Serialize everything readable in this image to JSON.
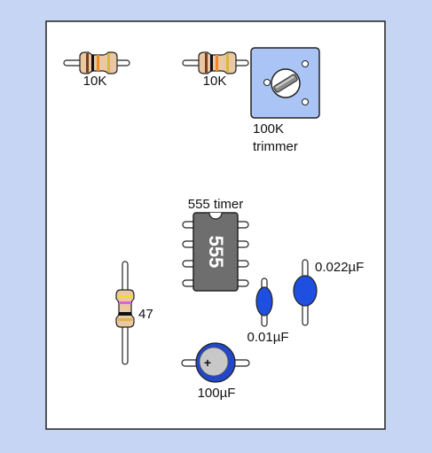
{
  "components": {
    "resistor_1": {
      "label": "10K"
    },
    "resistor_2": {
      "label": "10K"
    },
    "trimmer": {
      "label_line1": "100K",
      "label_line2": "trimmer"
    },
    "timer": {
      "label": "555 timer",
      "chip_text": "555"
    },
    "resistor_47": {
      "label": "47"
    },
    "cap_small": {
      "label": "0.01µF"
    },
    "cap_large": {
      "label": "0.022µF"
    },
    "cap_electrolytic": {
      "label": "100µF",
      "polarity_mark": "+"
    }
  },
  "colors": {
    "background": "#c6d5f4",
    "board": "#ffffff",
    "resistor_body": "#e9c8a3",
    "trimmer_body": "#a9c4f5",
    "chip_body": "#6e6e6e",
    "ceramic_cap": "#1e4fe0",
    "electrolytic_cap": "#2347c8"
  }
}
